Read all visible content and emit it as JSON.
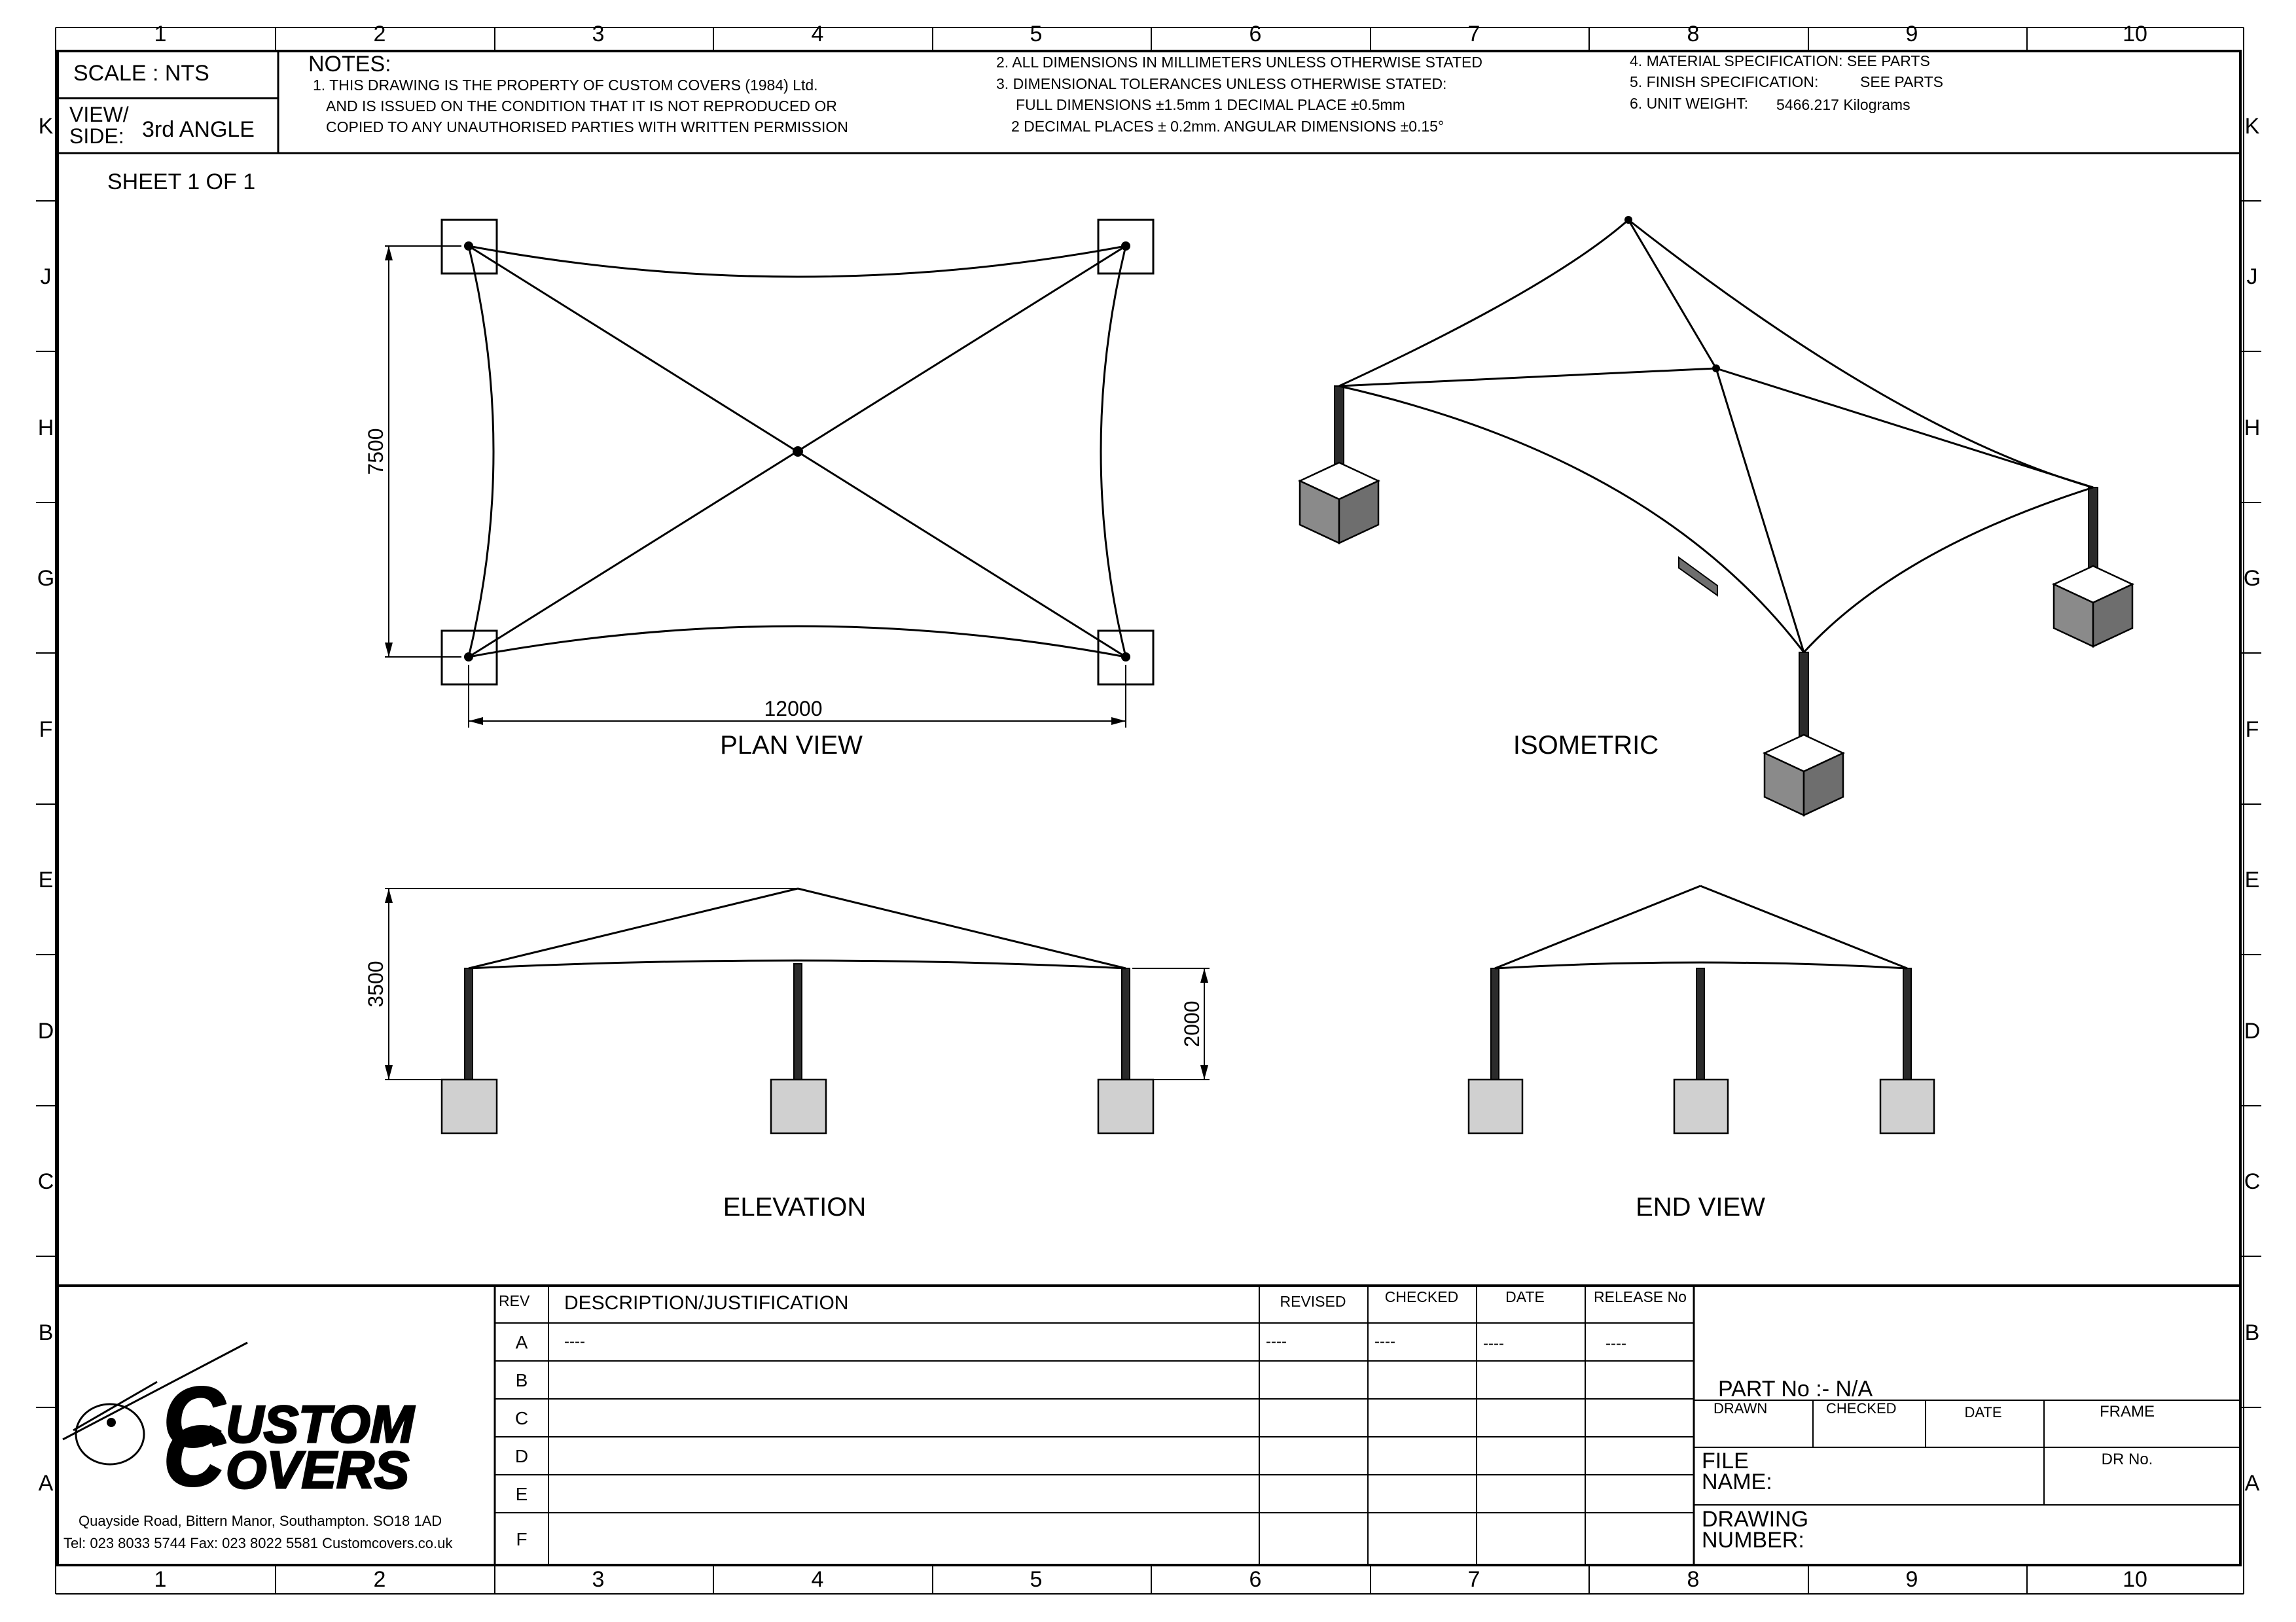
{
  "frame": {
    "columns": [
      "1",
      "2",
      "3",
      "4",
      "5",
      "6",
      "7",
      "8",
      "9",
      "10"
    ],
    "rows": [
      "K",
      "J",
      "H",
      "G",
      "F",
      "E",
      "D",
      "C",
      "B",
      "A"
    ]
  },
  "header": {
    "scale": "SCALE : NTS",
    "view_label_1": "VIEW/",
    "view_label_2": "SIDE:",
    "view_value": "3rd ANGLE",
    "notes_title": "NOTES:",
    "note_1_line_1": "1. THIS DRAWING IS THE PROPERTY OF CUSTOM COVERS (1984) Ltd.",
    "note_1_line_2": "AND IS ISSUED ON THE CONDITION THAT IT IS NOT REPRODUCED OR",
    "note_1_line_3": "COPIED TO ANY UNAUTHORISED PARTIES WITH WRITTEN PERMISSION",
    "note_2": "2. ALL DIMENSIONS IN MILLIMETERS UNLESS OTHERWISE STATED",
    "note_3_line_1": "3. DIMENSIONAL TOLERANCES UNLESS OTHERWISE STATED:",
    "note_3_line_2": "FULL DIMENSIONS ±1.5mm 1 DECIMAL PLACE ±0.5mm",
    "note_3_line_3": "2 DECIMAL PLACES ± 0.2mm. ANGULAR DIMENSIONS ±0.15°",
    "note_4": "4. MATERIAL SPECIFICATION: SEE PARTS",
    "note_5_label": "5. FINISH SPECIFICATION:",
    "note_5_value": "SEE PARTS",
    "note_6_label": "6. UNIT WEIGHT:",
    "note_6_value": "5466.217 Kilograms"
  },
  "sheet_label": "SHEET 1 OF 1",
  "views": {
    "plan_title": "PLAN VIEW",
    "plan_width_dim": "12000",
    "plan_depth_dim": "7500",
    "iso_title": "ISOMETRIC",
    "elevation_title": "ELEVATION",
    "elevation_height_dim": "3500",
    "elevation_post_dim": "2000",
    "end_title": "END VIEW"
  },
  "revision_table": {
    "headers": {
      "rev": "REV",
      "description": "DESCRIPTION/JUSTIFICATION",
      "revised": "REVISED",
      "checked": "CHECKED",
      "date": "DATE",
      "release": "RELEASE No"
    },
    "rows": [
      {
        "rev": "A",
        "description": "----",
        "revised": "----",
        "checked": "----",
        "date": "----",
        "release": "----"
      },
      {
        "rev": "B",
        "description": "",
        "revised": "",
        "checked": "",
        "date": "",
        "release": ""
      },
      {
        "rev": "C",
        "description": "",
        "revised": "",
        "checked": "",
        "date": "",
        "release": ""
      },
      {
        "rev": "D",
        "description": "",
        "revised": "",
        "checked": "",
        "date": "",
        "release": ""
      },
      {
        "rev": "E",
        "description": "",
        "revised": "",
        "checked": "",
        "date": "",
        "release": ""
      },
      {
        "rev": "F",
        "description": "",
        "revised": "",
        "checked": "",
        "date": "",
        "release": ""
      }
    ]
  },
  "company": {
    "logo_text_1": "USTOM",
    "logo_text_2": "OVERS",
    "address": "Quayside Road, Bittern Manor, Southampton. SO18 1AD",
    "contact": "Tel: 023 8033 5744 Fax: 023 8022 5581 Customcovers.co.uk"
  },
  "title_block": {
    "part_no": "PART No :- N/A",
    "drawn": "DRAWN",
    "checked": "CHECKED",
    "date": "DATE",
    "frame": "FRAME",
    "dr_no": "DR No.",
    "file_name_1": "FILE",
    "file_name_2": "NAME:",
    "drawing_number_1": "DRAWING",
    "drawing_number_2": "NUMBER:"
  },
  "colors": {
    "line": "#000000",
    "post": "#2b2b2b",
    "base": "#d0d0d0",
    "cube_left": "#8a8a8a",
    "cube_right": "#6e6e6e"
  }
}
